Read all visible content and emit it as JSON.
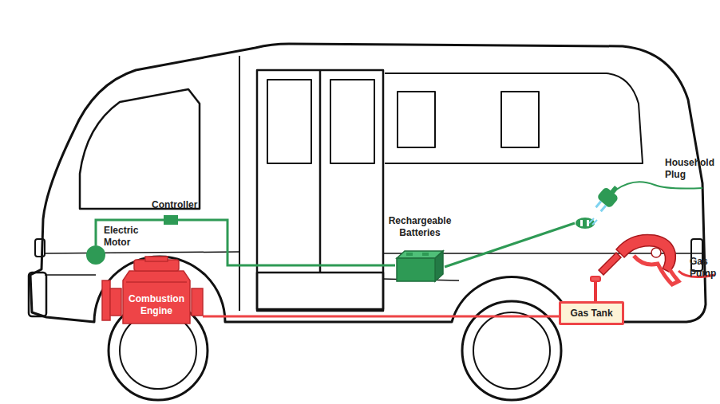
{
  "diagram": {
    "nodes": [
      {
        "text": [
          "Electric Motor"
        ]
      },
      {
        "text": [
          "Controller"
        ]
      },
      {
        "text": [
          "Rechargeable Batteries"
        ]
      },
      {
        "text": [
          "Household Plug"
        ]
      },
      {
        "text": [
          "Combustion Engine"
        ]
      },
      {
        "text": [
          "Gas Tank"
        ]
      },
      {
        "text": [
          "Gas Pump"
        ]
      }
    ],
    "edges": [
      {
        "from": 0,
        "to": 1,
        "arrow": "none"
      },
      {
        "from": 1,
        "to": 2,
        "arrow": "none"
      },
      {
        "from": 2,
        "to": 3,
        "arrow": "none"
      },
      {
        "from": 4,
        "to": 5,
        "arrow": "none"
      }
    ]
  }
}
